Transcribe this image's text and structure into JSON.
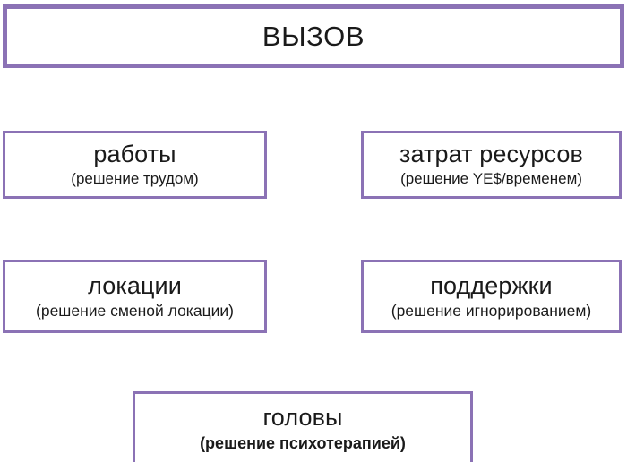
{
  "diagram": {
    "type": "hierarchy",
    "background_color": "#ffffff",
    "border_color": "#8b72b5",
    "text_color": "#1a1a1a",
    "root": {
      "title": "ВЫЗОВ",
      "subtitle": ""
    },
    "branches": [
      {
        "id": "work",
        "title": "работы",
        "subtitle": "(решение трудом)",
        "row": 1,
        "column": "left"
      },
      {
        "id": "resources",
        "title": "затрат ресурсов",
        "subtitle": "(решение YE$/временем)",
        "row": 1,
        "column": "right"
      },
      {
        "id": "location",
        "title": "локации",
        "subtitle": "(решение сменой локации)",
        "row": 2,
        "column": "left"
      },
      {
        "id": "support",
        "title": "поддержки",
        "subtitle": "(решение игнорированием)",
        "row": 2,
        "column": "right"
      },
      {
        "id": "head",
        "title": "головы",
        "subtitle": "(решение психотерапией)",
        "row": 3,
        "column": "center"
      }
    ]
  }
}
